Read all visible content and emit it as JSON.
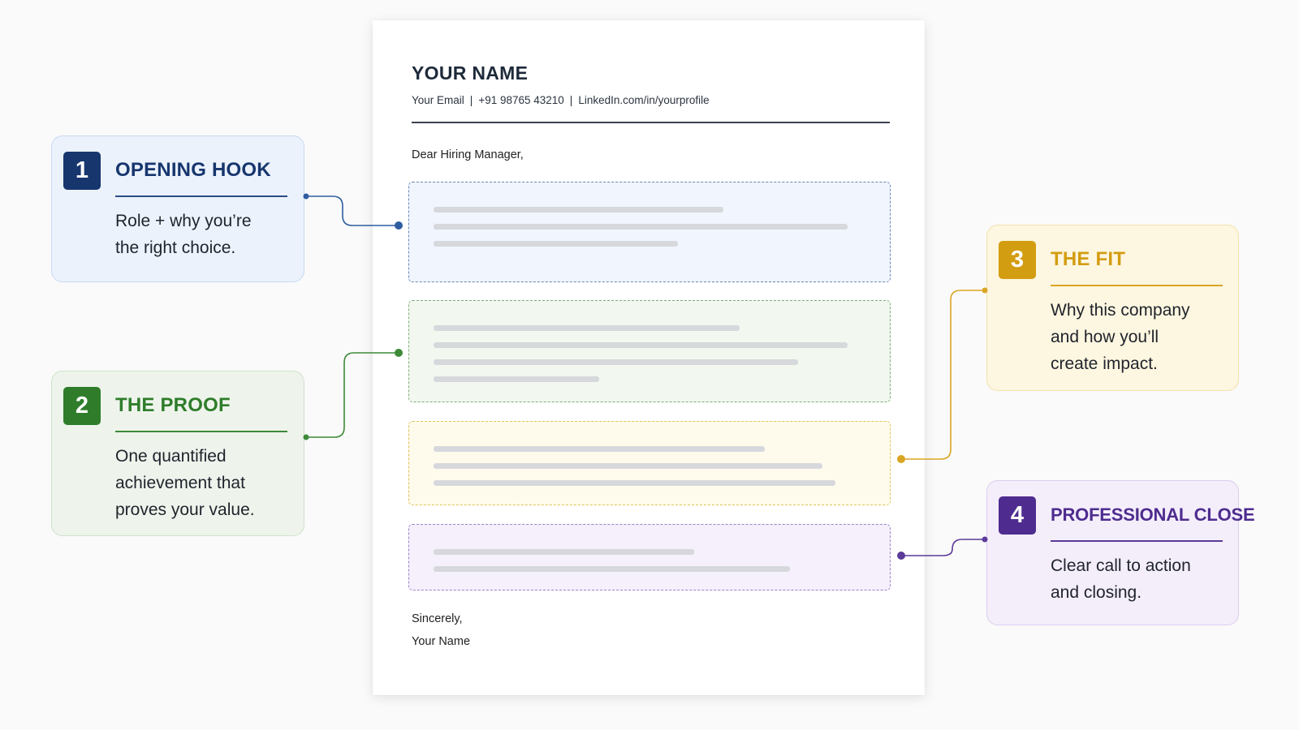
{
  "letter": {
    "name": "YOUR NAME",
    "email": "Your Email",
    "separator": "|",
    "phone": "+91 98765 43210",
    "linkedin": "LinkedIn.com/in/yourprofile",
    "greeting": "Dear Hiring Manager,",
    "signoff": "Sincerely,",
    "signature": "Your Name"
  },
  "sections": [
    {
      "number": "1",
      "title": "OPENING HOOK",
      "description": [
        "Role + why you’re",
        "the right choice."
      ],
      "color": "#17366e",
      "block_color": "#f1f5fd",
      "placeholder_lines": [
        0.7,
        1.0,
        0.59
      ]
    },
    {
      "number": "2",
      "title": "THE PROOF",
      "description": [
        "One quantified",
        "achievement that",
        "proves your value."
      ],
      "color": "#2f7d2b",
      "block_color": "#f2f7f0",
      "placeholder_lines": [
        0.74,
        1.0,
        0.88,
        0.4
      ]
    },
    {
      "number": "3",
      "title": "THE FIT",
      "description": [
        "Why this company",
        "and how you’ll",
        "create impact."
      ],
      "color": "#d39d12",
      "block_color": "#fefbec",
      "placeholder_lines": [
        0.8,
        0.94,
        0.97
      ]
    },
    {
      "number": "4",
      "title": "PROFESSIONAL CLOSE",
      "description": [
        "Clear call to action",
        "and closing."
      ],
      "color": "#4e2c8f",
      "block_color": "#f5f0fc",
      "placeholder_lines": [
        0.63,
        0.86
      ]
    }
  ]
}
